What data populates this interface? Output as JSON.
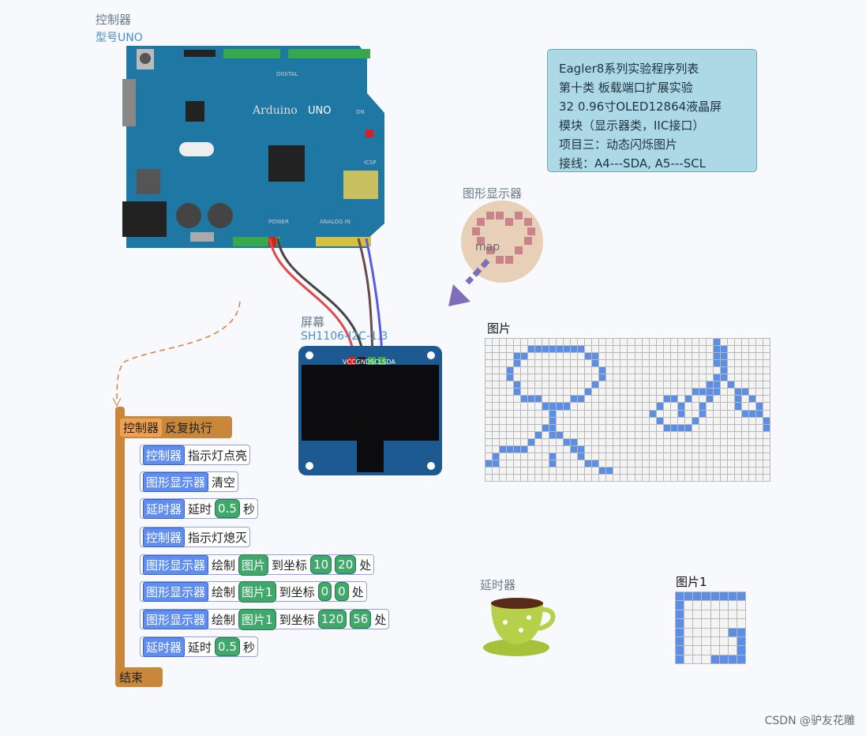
{
  "controller": {
    "label": "控制器",
    "model": "型号UNO"
  },
  "board": {
    "brand": "Arduino",
    "model_badge": "UNO",
    "digital_label": "DIGITAL",
    "analog_label": "ANALOG IN",
    "power_label": "POWER",
    "icsp_label": "ICSP",
    "on_label": "ON"
  },
  "note": {
    "lines": [
      "Eagler8系列实验程序列表",
      "第十类 板载端口扩展实验",
      "32 0.96寸OLED12864液晶屏",
      "模块（显示器类，IIC接口）",
      "项目三：动态闪烁图片",
      "接线：A4---SDA, A5---SCL"
    ]
  },
  "display_module": {
    "label": "图形显示器",
    "map_label": "map"
  },
  "screen": {
    "label": "屏幕",
    "model": "SH1106-I2C-1.3",
    "pins": "VCCGNDSCLSDA"
  },
  "picture": {
    "label": "图片"
  },
  "picture1": {
    "label": "图片1"
  },
  "timer": {
    "label": "延时器"
  },
  "program": {
    "head": {
      "tag": "控制器",
      "text": "反复执行"
    },
    "end": "结束",
    "rows": [
      {
        "tag": "控制器",
        "text": "指示灯点亮"
      },
      {
        "tag": "图形显示器",
        "text": "清空"
      },
      {
        "tag": "延时器",
        "text": "延时",
        "pill": "0.5",
        "suffix": "秒"
      },
      {
        "tag": "控制器",
        "text": "指示灯熄灭"
      },
      {
        "tag": "图形显示器",
        "text": "绘制",
        "pill": "图片",
        "mid": "到坐标",
        "x": "10",
        "y": "20",
        "suffix": "处"
      },
      {
        "tag": "图形显示器",
        "text": "绘制",
        "pill": "图片1",
        "mid": "到坐标",
        "x": "0",
        "y": "0",
        "suffix": "处"
      },
      {
        "tag": "图形显示器",
        "text": "绘制",
        "pill": "图片1",
        "mid": "到坐标",
        "x": "120",
        "y": "56",
        "suffix": "处"
      },
      {
        "tag": "延时器",
        "text": "延时",
        "pill": "0.5",
        "suffix": "秒"
      }
    ]
  },
  "watermark": "CSDN @驴友花雕",
  "colors": {
    "block_tag": "#5f8df0",
    "value_pill": "#3fa86a",
    "loop": "#c8873a",
    "pixel_on": "#5b8fe6",
    "board": "#1f78a4"
  }
}
